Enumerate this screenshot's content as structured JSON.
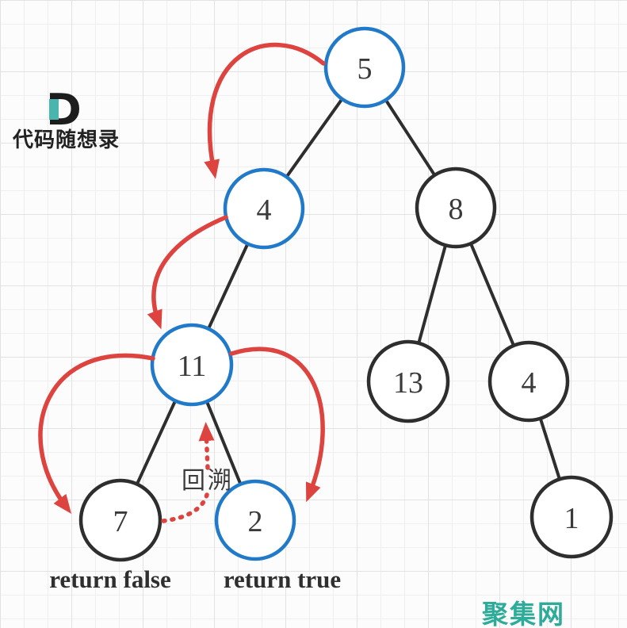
{
  "branding": {
    "logo_letter": "D",
    "logo_text": "代码随想录"
  },
  "tree": {
    "description": "binary tree path-sum traversal diagram",
    "nodes": [
      {
        "key": "root-5",
        "value": "5",
        "style": "visited"
      },
      {
        "key": "left-4",
        "value": "4",
        "style": "visited"
      },
      {
        "key": "right-8",
        "value": "8",
        "style": "normal"
      },
      {
        "key": "node-11",
        "value": "11",
        "style": "visited"
      },
      {
        "key": "node-13",
        "value": "13",
        "style": "normal"
      },
      {
        "key": "right-4",
        "value": "4",
        "style": "normal"
      },
      {
        "key": "node-7",
        "value": "7",
        "style": "normal"
      },
      {
        "key": "node-2",
        "value": "2",
        "style": "visited"
      },
      {
        "key": "node-1",
        "value": "1",
        "style": "normal"
      }
    ],
    "edges": [
      [
        "root-5",
        "left-4"
      ],
      [
        "root-5",
        "right-8"
      ],
      [
        "left-4",
        "node-11"
      ],
      [
        "node-11",
        "node-7"
      ],
      [
        "node-11",
        "node-2"
      ],
      [
        "right-8",
        "node-13"
      ],
      [
        "right-8",
        "right-4"
      ],
      [
        "right-4",
        "node-1"
      ]
    ]
  },
  "annotations": {
    "backtrack": "回溯",
    "under_node_7": "return false",
    "under_node_2": "return true"
  },
  "watermark": "聚集网",
  "colors": {
    "highlight_blue": "#217ac9",
    "node_black": "#2e2e2e",
    "arrow_red": "#dd4440",
    "watermark_teal": "#2fab99",
    "logo_teal": "#4ab5ad"
  }
}
